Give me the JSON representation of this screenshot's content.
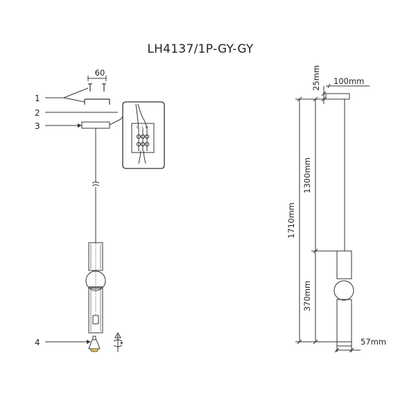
{
  "title": "LH4137/1P-GY-GY",
  "install": {
    "spacing": "60",
    "callouts": [
      "1",
      "2",
      "3",
      "4"
    ],
    "terminal_labels": [
      "L",
      "⏚",
      "N"
    ]
  },
  "dimensions": {
    "canopy_height": "25mm",
    "canopy_width": "100mm",
    "cable_length": "1300mm",
    "total_height": "1710mm",
    "lamp_height": "370mm",
    "lamp_diameter": "57mm"
  }
}
